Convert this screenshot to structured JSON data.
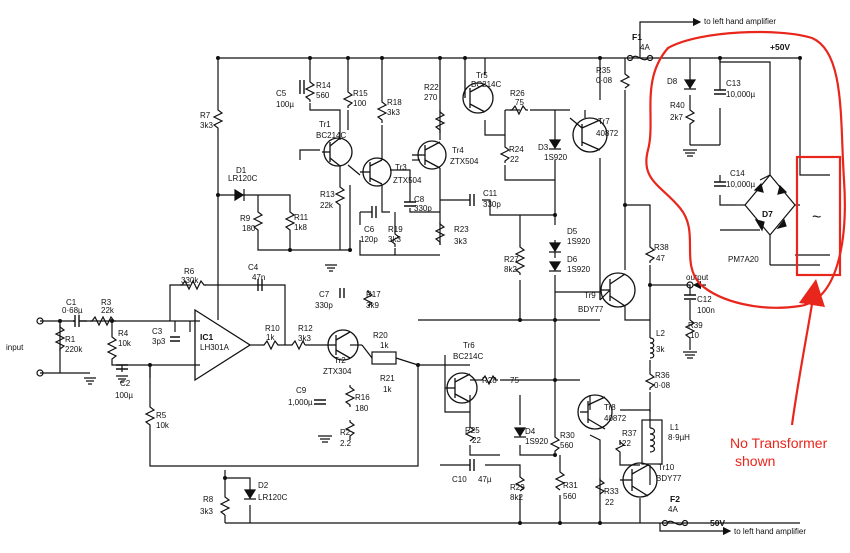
{
  "notes": {
    "top": "to left hand amplifier",
    "bottom": "to left hand amplifier",
    "plus_rail": "+50V",
    "minus_rail": "−50V",
    "input": "input",
    "output": "output"
  },
  "callout": {
    "line1": "No Transformer",
    "line2": "shown",
    "color": "#e8261c"
  },
  "ac_symbol": "~",
  "components": {
    "C1": {
      "ref": "C1",
      "val": "0·68µ"
    },
    "R1": {
      "ref": "R1",
      "val": "220k"
    },
    "R3": {
      "ref": "R3",
      "val": "22k"
    },
    "R4": {
      "ref": "R4",
      "val": "10k"
    },
    "C2": {
      "ref": "C2",
      "val": "100µ"
    },
    "C3": {
      "ref": "C3",
      "val": "3p3"
    },
    "R5": {
      "ref": "R5",
      "val": "10k"
    },
    "IC1": {
      "ref": "IC1",
      "val": "LH301A"
    },
    "R6": {
      "ref": "R6",
      "val": "330k"
    },
    "C4": {
      "ref": "C4",
      "val": "47n"
    },
    "R7": {
      "ref": "R7",
      "val": "3k3"
    },
    "R8": {
      "ref": "R8",
      "val": "3k3"
    },
    "D1": {
      "ref": "D1",
      "val": "LR120C"
    },
    "D2": {
      "ref": "D2",
      "val": "LR120C"
    },
    "R9": {
      "ref": "R9",
      "val": "180"
    },
    "R11": {
      "ref": "R11",
      "val": "1k8"
    },
    "R10": {
      "ref": "R10",
      "val": "1k"
    },
    "R12": {
      "ref": "R12",
      "val": "3k3"
    },
    "C5": {
      "ref": "C5",
      "val": "100µ"
    },
    "R14": {
      "ref": "R14",
      "val": "560"
    },
    "R15": {
      "ref": "R15",
      "val": "100"
    },
    "R18": {
      "ref": "R18",
      "val": "3k3"
    },
    "R13": {
      "ref": "R13",
      "val": "22k"
    },
    "Tr1": {
      "ref": "Tr1",
      "val": "BC214C"
    },
    "Tr2": {
      "ref": "Tr2",
      "val": "ZTX304"
    },
    "Tr3": {
      "ref": "Tr3",
      "val": "ZTX504"
    },
    "Tr4": {
      "ref": "Tr4",
      "val": "ZTX504"
    },
    "Tr5": {
      "ref": "Tr5",
      "val": "BC214C"
    },
    "Tr6": {
      "ref": "Tr6",
      "val": "BC214C"
    },
    "Tr7": {
      "ref": "Tr7",
      "val": "40872"
    },
    "Tr8": {
      "ref": "Tr8",
      "val": "40872"
    },
    "Tr9": {
      "ref": "Tr9",
      "val": "BDY77"
    },
    "Tr10": {
      "ref": "Tr10",
      "val": "BDY77"
    },
    "C6": {
      "ref": "C6",
      "val": "120p"
    },
    "R19": {
      "ref": "R19",
      "val": "3k3"
    },
    "C8": {
      "ref": "C8",
      "val": "330p"
    },
    "C7": {
      "ref": "C7",
      "val": "330p"
    },
    "R17": {
      "ref": "R17",
      "val": "3k9"
    },
    "C9": {
      "ref": "C9",
      "val": "1,000µ"
    },
    "R16": {
      "ref": "R16",
      "val": "180"
    },
    "R2": {
      "ref": "R2",
      "val": "2.2"
    },
    "R20": {
      "ref": "R20",
      "val": "1k"
    },
    "R21": {
      "ref": "R21",
      "val": "1k"
    },
    "R22": {
      "ref": "R22",
      "val": "270"
    },
    "R26": {
      "ref": "R26",
      "val": "75"
    },
    "R24": {
      "ref": "R24",
      "val": "22"
    },
    "D3": {
      "ref": "D3",
      "val": "1S920"
    },
    "R23": {
      "ref": "R23",
      "val": "3k3"
    },
    "C11": {
      "ref": "C11",
      "val": "330p"
    },
    "D5": {
      "ref": "D5",
      "val": "1S920"
    },
    "D6": {
      "ref": "D6",
      "val": "1S920"
    },
    "R27": {
      "ref": "R27",
      "val": "8k2"
    },
    "R28": {
      "ref": "R28",
      "val": "75"
    },
    "R25": {
      "ref": "R25",
      "val": "22"
    },
    "D4": {
      "ref": "D4",
      "val": "1S920"
    },
    "R30": {
      "ref": "R30",
      "val": "560"
    },
    "R29": {
      "ref": "R29",
      "val": "8k2"
    },
    "R31": {
      "ref": "R31",
      "val": "560"
    },
    "C10": {
      "ref": "C10",
      "val": "47µ"
    },
    "R33": {
      "ref": "R33",
      "val": "22"
    },
    "R37": {
      "ref": "R37",
      "val": "22"
    },
    "L1": {
      "ref": "L1",
      "val": "8·9µH"
    },
    "L2": {
      "ref": "L2",
      "val": "3k"
    },
    "R35": {
      "ref": "R35",
      "val": "0·08"
    },
    "R36": {
      "ref": "R36",
      "val": "0·08"
    },
    "R38": {
      "ref": "R38",
      "val": "47"
    },
    "R39": {
      "ref": "R39",
      "val": "10"
    },
    "C12": {
      "ref": "C12",
      "val": "100n"
    },
    "F1": {
      "ref": "F1",
      "val": "4A"
    },
    "F2": {
      "ref": "F2",
      "val": "4A"
    },
    "D8": {
      "ref": "D8",
      "val": ""
    },
    "R40": {
      "ref": "R40",
      "val": "2k7"
    },
    "C13": {
      "ref": "C13",
      "val": "10,000µ"
    },
    "C14": {
      "ref": "C14",
      "val": "10,000µ"
    },
    "D7": {
      "ref": "D7",
      "val": "PM7A20"
    }
  }
}
